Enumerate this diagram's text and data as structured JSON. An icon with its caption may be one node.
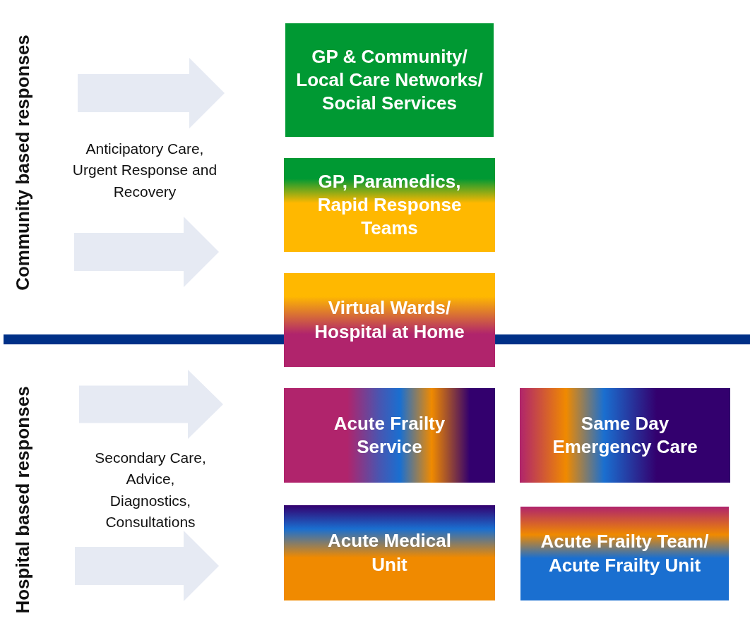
{
  "diagram": {
    "nodes": [
      {
        "text": [
          "GP & Community/ Local Care Networks/ Social Services"
        ]
      },
      {
        "text": [
          "GP, Paramedics, Rapid Response Teams"
        ]
      },
      {
        "text": [
          "Virtual Wards/ Hospital at Home"
        ]
      },
      {
        "text": [],
        "shape": "bar"
      },
      {
        "text": [],
        "shape": "bar"
      },
      {
        "text": [
          "Acute Frailty Service"
        ]
      },
      {
        "text": [
          "Same Day Emergency Care"
        ]
      },
      {
        "text": [
          "Acute Medical Unit"
        ]
      },
      {
        "text": [
          "Acute Frailty Team/ Acute Frailty Unit"
        ]
      }
    ],
    "labels": [
      "Community based responses",
      "Anticipatory Care, Urgent Response and Recovery",
      "Hospital based responses",
      "Secondary Care, Advice, Diagnostics, Consultations"
    ]
  }
}
